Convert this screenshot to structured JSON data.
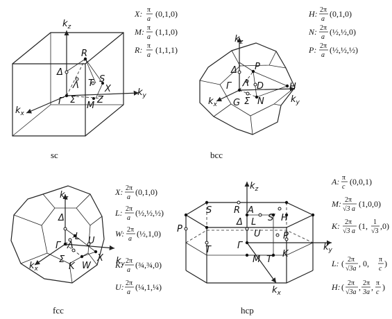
{
  "panels": {
    "sc": {
      "caption": "sc",
      "axes": {
        "kz": "k",
        "kz_sub": "z",
        "ky": "k",
        "ky_sub": "y",
        "kx": "k",
        "kx_sub": "x"
      },
      "points": {
        "R": "R",
        "Delta": "Δ",
        "Lambda": "Λ",
        "T": "T",
        "S": "S",
        "X": "X",
        "Gamma": "Γ",
        "Sigma": "Σ",
        "M": "M",
        "Z": "Z"
      },
      "eqs": [
        {
          "lhs": "X:",
          "num": "π",
          "den": "a",
          "rest": "(0,1,0)"
        },
        {
          "lhs": "M:",
          "num": "π",
          "den": "a",
          "rest": "(1,1,0)"
        },
        {
          "lhs": "R:",
          "num": "π",
          "den": "a",
          "rest": "(1,1,1)"
        }
      ]
    },
    "bcc": {
      "caption": "bcc",
      "axes": {
        "kz": "k",
        "kz_sub": "z",
        "ky": "k",
        "ky_sub": "y",
        "kx": "k",
        "kx_sub": "x"
      },
      "points": {
        "P": "P",
        "Delta": "Δ",
        "Gamma": "Γ",
        "Lambda": "Λ",
        "D": "D",
        "H": "H",
        "G": "G",
        "Sigma": "Σ",
        "N": "N"
      },
      "eqs": [
        {
          "lhs": "H:",
          "num": "2π",
          "den": "a",
          "rest": "(0,1,0)"
        },
        {
          "lhs": "N:",
          "num": "2π",
          "den": "a",
          "rest": "(½,½,0)"
        },
        {
          "lhs": "P:",
          "num": "2π",
          "den": "a",
          "rest": "(½,½,½)"
        }
      ]
    },
    "fcc": {
      "caption": "fcc",
      "axes": {
        "kz": "k",
        "kz_sub": "z",
        "ky": "k",
        "ky_sub": "y",
        "kx": "k",
        "kx_sub": "x"
      },
      "points": {
        "Delta": "Δ",
        "L": "L",
        "Gamma": "Γ",
        "Lambda": "Λ",
        "U": "U",
        "Sigma": "Σ",
        "K": "K",
        "W": "W",
        "X": "X"
      },
      "eqs": [
        {
          "lhs": "X:",
          "num": "2π",
          "den": "a",
          "rest": "(0,1,0)"
        },
        {
          "lhs": "L:",
          "num": "2π",
          "den": "a",
          "rest": "(½,½,½)"
        },
        {
          "lhs": "W:",
          "num": "2π",
          "den": "a",
          "rest": "(½,1,0)"
        },
        {
          "lhs": "K:",
          "num": "2π",
          "den": "a",
          "rest": "(¾,¾,0)"
        },
        {
          "lhs": "U:",
          "num": "2π",
          "den": "a",
          "rest": "(¼,1,¼)"
        }
      ]
    },
    "hcp": {
      "caption": "hcp",
      "axes": {
        "kz": "k",
        "kz_sub": "z",
        "ky": "k",
        "ky_sub": "y",
        "kx": "k",
        "kx_sub": "x"
      },
      "points": {
        "S_top": "S",
        "R": "R",
        "A": "A",
        "P_left": "P",
        "Delta": "Δ",
        "L": "L",
        "S_prime": "S′",
        "H": "H",
        "P_right": "P",
        "U": "U",
        "T": "T",
        "Gamma": "Γ",
        "K": "K",
        "M": "M",
        "T_prime": "T′"
      },
      "eqs": [
        {
          "lhs": "A:",
          "num": "π",
          "den": "c",
          "rest": "(0,0,1)"
        },
        {
          "lhs": "M:",
          "num": "2π",
          "den": "√3 a",
          "rest": "(1,0,0)"
        },
        {
          "lhs": "K:",
          "num": "2π",
          "den": "√3 a",
          "rest": "(1,",
          "extra_num": "1",
          "extra_den": "√3",
          "rest2": ",0)"
        },
        {
          "lhs": "L:",
          "rest": "(",
          "num": "2π",
          "den": "√3a",
          "mid": ",  0,",
          "num2": "π",
          "den2": "c",
          "rest2": ")"
        },
        {
          "lhs": "H:",
          "rest": "(",
          "num": "2π",
          "den": "√3a",
          "mid": ",",
          "num2": "2π",
          "den2": "3a",
          "mid2": ",",
          "num3": "π",
          "den3": "c",
          "rest2": ")"
        }
      ]
    }
  }
}
